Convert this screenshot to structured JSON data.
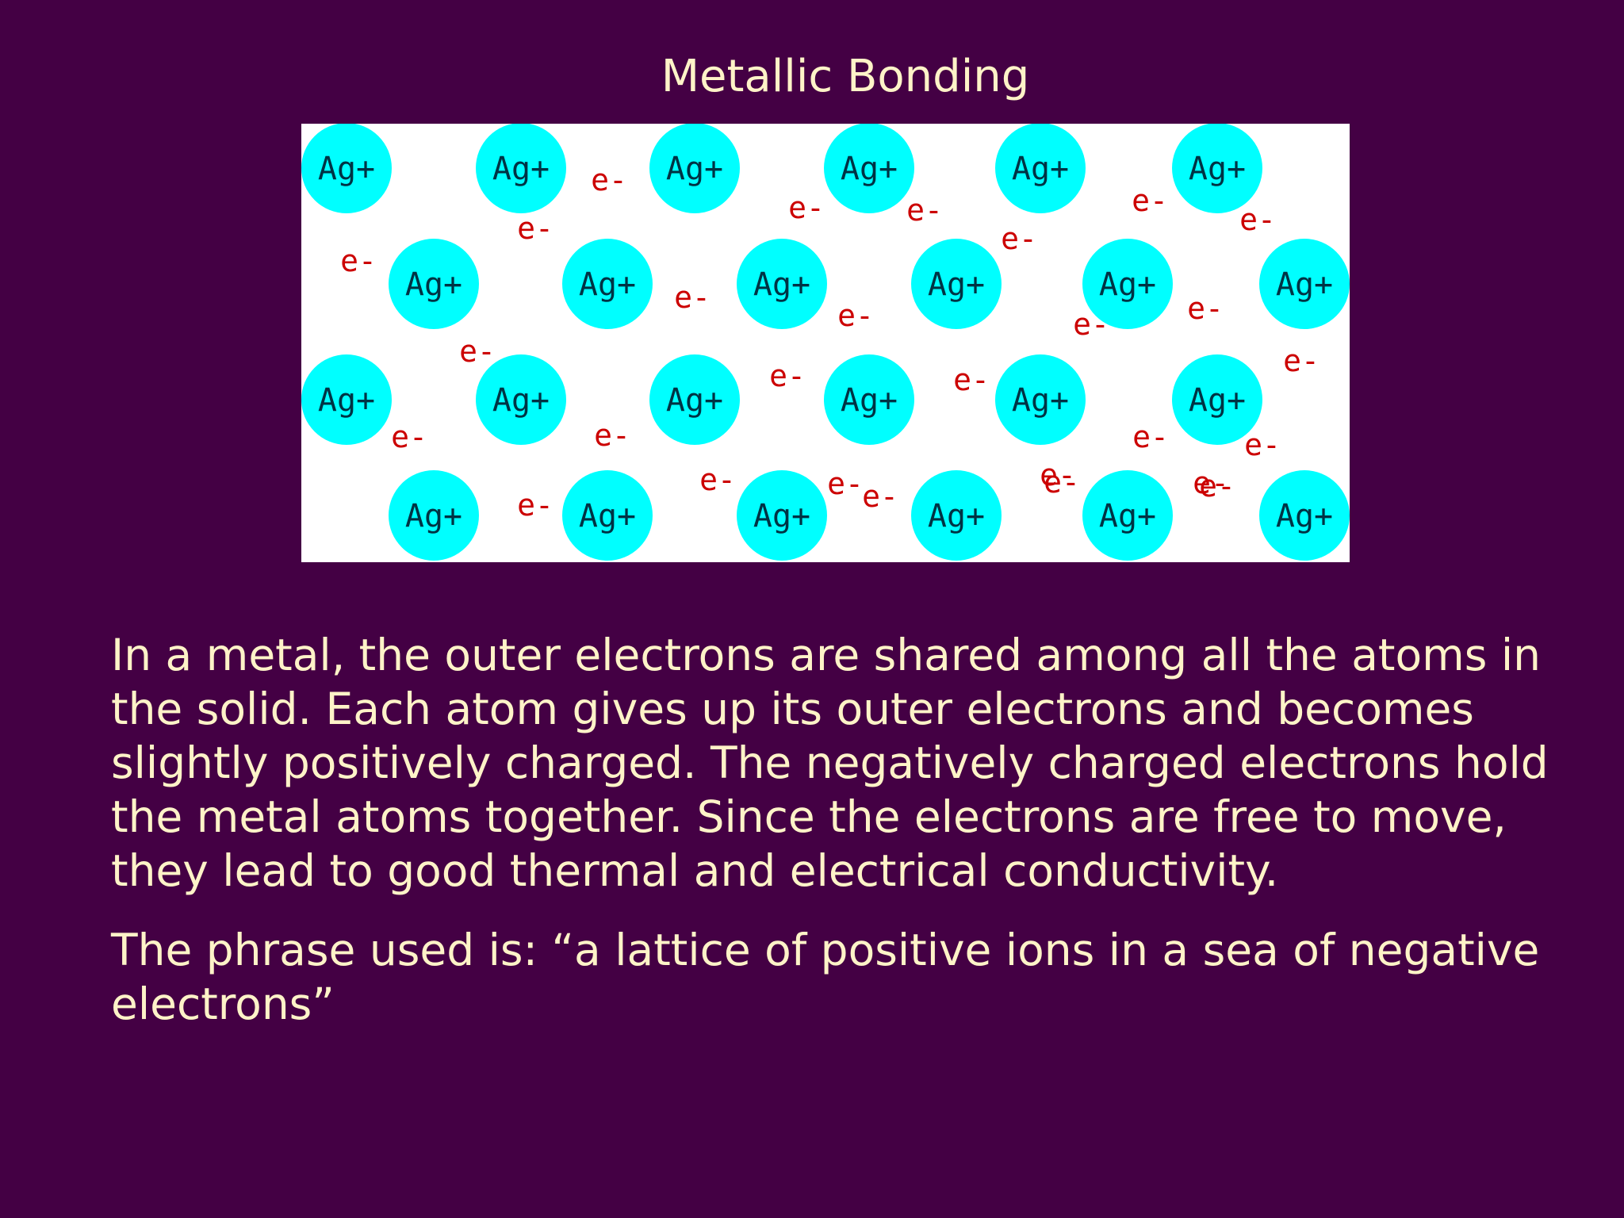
{
  "slide": {
    "title": "Metallic Bonding",
    "paragraph_1": "In a metal, the outer electrons are shared among all the atoms in the solid. Each atom gives up its outer electrons and becomes slightly positively charged. The negatively charged electrons hold the metal atoms together. Since the electrons are free to move, they lead to good thermal and electrical conductivity.",
    "paragraph_2": "The phrase used is: “a lattice of positive ions in a sea of negative electrons”"
  },
  "diagram": {
    "ion_label": "Ag+",
    "electron_label": "e-",
    "ion_color": "#00ffff",
    "electron_color": "#cc0000",
    "background_color": "#ffffff",
    "ion_count": 24,
    "electron_count": 28
  },
  "colors": {
    "background": "#440044",
    "text": "#fff3c8"
  }
}
